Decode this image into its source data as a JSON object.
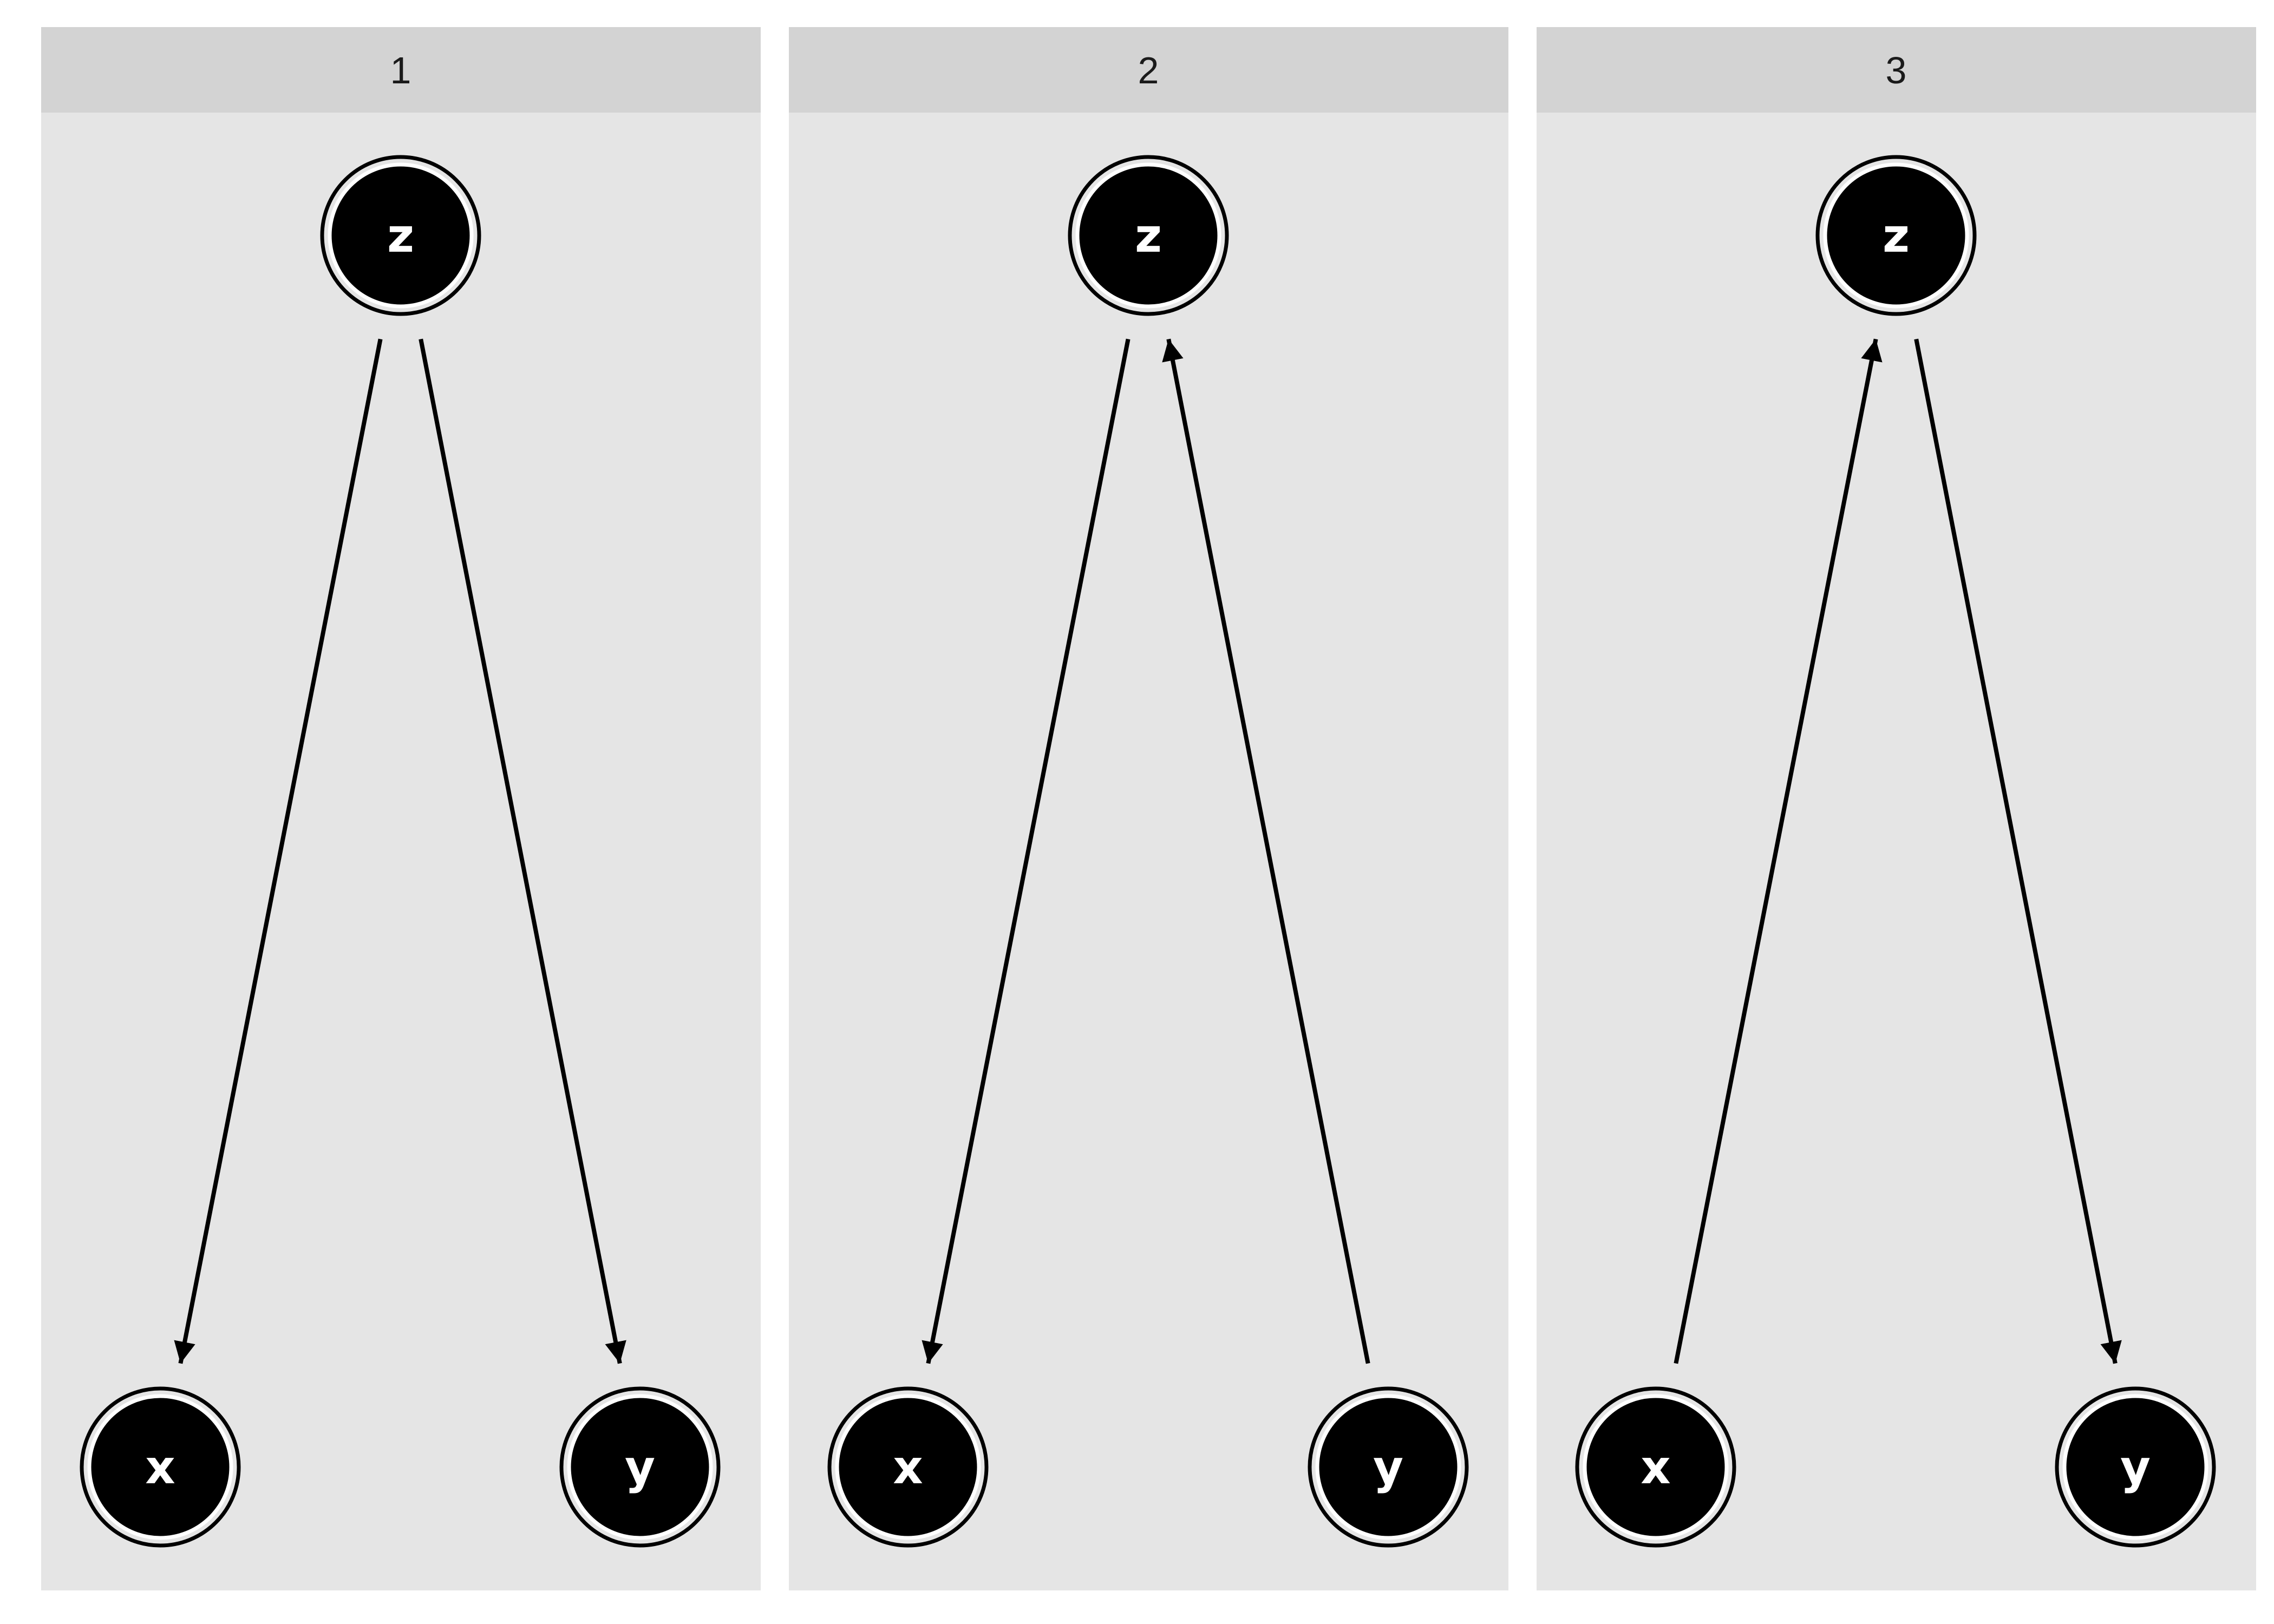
{
  "panels": [
    {
      "label": "1",
      "nodes": {
        "z": "z",
        "x": "x",
        "y": "y"
      },
      "edges": [
        {
          "from": "z",
          "to": "x"
        },
        {
          "from": "z",
          "to": "y"
        }
      ]
    },
    {
      "label": "2",
      "nodes": {
        "z": "z",
        "x": "x",
        "y": "y"
      },
      "edges": [
        {
          "from": "z",
          "to": "x"
        },
        {
          "from": "y",
          "to": "z"
        }
      ]
    },
    {
      "label": "3",
      "nodes": {
        "z": "z",
        "x": "x",
        "y": "y"
      },
      "edges": [
        {
          "from": "x",
          "to": "z"
        },
        {
          "from": "z",
          "to": "y"
        }
      ]
    }
  ],
  "colors": {
    "panel_background": "#e5e5e5",
    "strip_background": "#d3d3d3",
    "node_fill": "#000000",
    "node_text": "#ffffff",
    "edge": "#000000"
  }
}
